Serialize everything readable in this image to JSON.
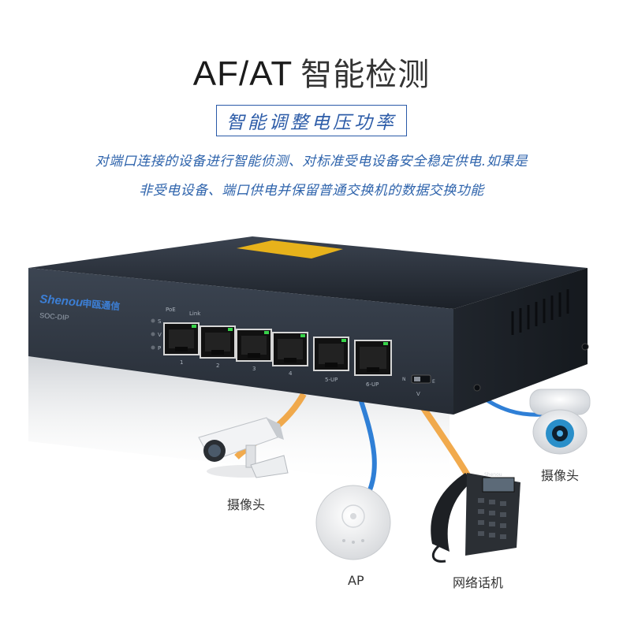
{
  "title": {
    "main": "AF/AT",
    "cn": "智能检测"
  },
  "subtitle": "智能调整电压功率",
  "description": [
    "对端口连接的设备进行智能侦测、对标准受电设备安全稳定供电.如果是",
    "非受电设备、端口供电并保留普通交换机的数据交换功能"
  ],
  "device": {
    "brand": "Shenou",
    "brand_cn": "申瓯通信",
    "model": "SOC-DIP",
    "indicator_labels": [
      "S",
      "V",
      "P"
    ],
    "header_labels": [
      "PoE",
      "Link"
    ],
    "port_labels": [
      "1",
      "2",
      "3",
      "4",
      "5-UP",
      "6-UP"
    ],
    "switch_labels": [
      "N",
      "E",
      "V"
    ]
  },
  "peripherals": {
    "camera_left": "摄像头",
    "camera_right": "摄像头",
    "ap": "AP",
    "phone": "网络话机",
    "phone_brand": "Shenou"
  },
  "colors": {
    "title": "#1b1b1b",
    "accent_blue": "#2d5ca8",
    "cable_blue": "#2f7fd6",
    "cable_orange": "#f0a13a",
    "device_body": "#2a313c"
  }
}
